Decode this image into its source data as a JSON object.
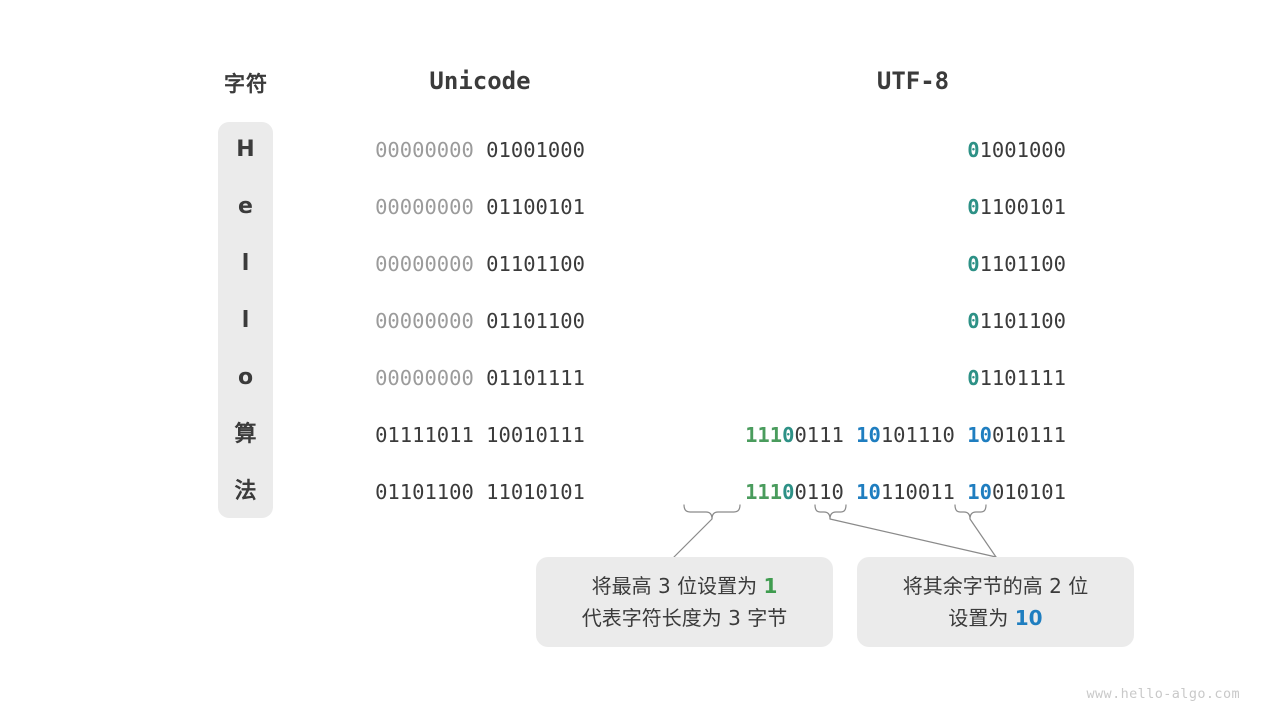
{
  "headers": {
    "char": "字符",
    "unicode": "Unicode",
    "utf8": "UTF-8"
  },
  "colors": {
    "background": "#ffffff",
    "panel_gray": "#ebebeb",
    "text_dark": "#3b3b3b",
    "text_dim": "#9b9b9b",
    "accent_green": "#4a9c5d",
    "accent_teal": "#2d9186",
    "accent_blue": "#1f7ec0",
    "watermark": "#c9c9c9",
    "connector": "#888888"
  },
  "rows": [
    {
      "char": "H",
      "unicode_dim": "00000000",
      "unicode_dark": "01001000",
      "utf8_parts": [
        {
          "text": "0",
          "style": "teal"
        },
        {
          "text": "1001000",
          "style": "dark"
        }
      ]
    },
    {
      "char": "e",
      "unicode_dim": "00000000",
      "unicode_dark": "01100101",
      "utf8_parts": [
        {
          "text": "0",
          "style": "teal"
        },
        {
          "text": "1100101",
          "style": "dark"
        }
      ]
    },
    {
      "char": "l",
      "unicode_dim": "00000000",
      "unicode_dark": "01101100",
      "utf8_parts": [
        {
          "text": "0",
          "style": "teal"
        },
        {
          "text": "1101100",
          "style": "dark"
        }
      ]
    },
    {
      "char": "l",
      "unicode_dim": "00000000",
      "unicode_dark": "01101100",
      "utf8_parts": [
        {
          "text": "0",
          "style": "teal"
        },
        {
          "text": "1101100",
          "style": "dark"
        }
      ]
    },
    {
      "char": "o",
      "unicode_dim": "00000000",
      "unicode_dark": "01101111",
      "utf8_parts": [
        {
          "text": "0",
          "style": "teal"
        },
        {
          "text": "1101111",
          "style": "dark"
        }
      ]
    },
    {
      "char": "算",
      "unicode_dim": "",
      "unicode_dark": "01111011 10010111",
      "utf8_parts": [
        {
          "text": "111",
          "style": "green"
        },
        {
          "text": "0",
          "style": "teal"
        },
        {
          "text": "0111 ",
          "style": "dark"
        },
        {
          "text": "10",
          "style": "blue"
        },
        {
          "text": "101110 ",
          "style": "dark"
        },
        {
          "text": "10",
          "style": "blue"
        },
        {
          "text": "010111",
          "style": "dark"
        }
      ]
    },
    {
      "char": "法",
      "unicode_dim": "",
      "unicode_dark": "01101100 11010101",
      "utf8_parts": [
        {
          "text": "111",
          "style": "green"
        },
        {
          "text": "0",
          "style": "teal"
        },
        {
          "text": "0110 ",
          "style": "dark"
        },
        {
          "text": "10",
          "style": "blue"
        },
        {
          "text": "110011 ",
          "style": "dark"
        },
        {
          "text": "10",
          "style": "blue"
        },
        {
          "text": "010101",
          "style": "dark"
        }
      ]
    }
  ],
  "callouts": {
    "left": {
      "line1_pre": "将最高 3 位设置为 ",
      "line1_accent": "1",
      "line2": "代表字符长度为 3 字节"
    },
    "right": {
      "line1": "将其余字节的高 2 位",
      "line2_pre": "设置为 ",
      "line2_accent": "10"
    }
  },
  "watermark": "www.hello-algo.com"
}
